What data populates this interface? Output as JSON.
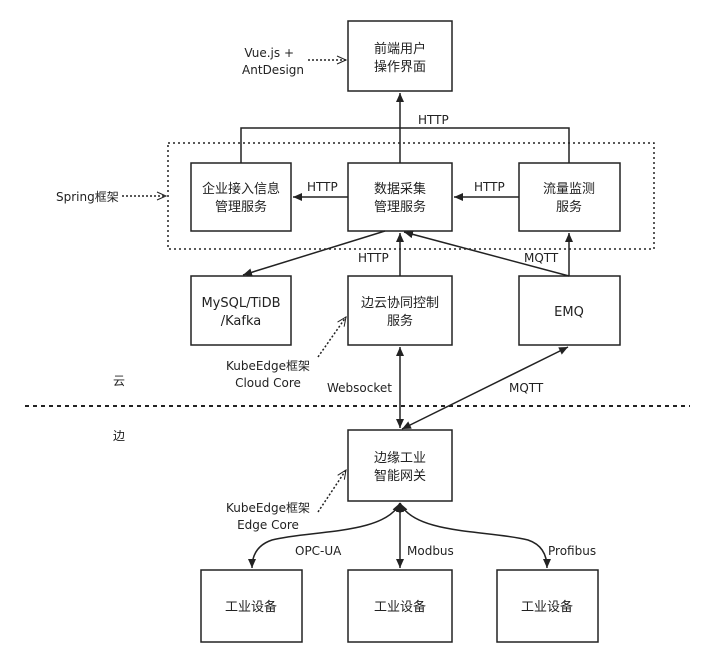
{
  "nodes": {
    "frontend": [
      "前端用户",
      "操作界面"
    ],
    "enterprise": [
      "企业接入信息",
      "管理服务"
    ],
    "collect": [
      "数据采集",
      "管理服务"
    ],
    "traffic": [
      "流量监测",
      "服务"
    ],
    "mysql": [
      "MySQL/TiDB",
      "/Kafka"
    ],
    "edgecloud": [
      "边云协同控制",
      "服务"
    ],
    "emq": [
      "EMQ"
    ],
    "gateway": [
      "边缘工业",
      "智能网关"
    ],
    "device1": [
      "工业设备"
    ],
    "device2": [
      "工业设备"
    ],
    "device3": [
      "工业设备"
    ]
  },
  "notes": {
    "vue": [
      "Vue.js +",
      "AntDesign"
    ],
    "spring": [
      "Spring框架"
    ],
    "kube_cloud": [
      "KubeEdge框架",
      "Cloud Core"
    ],
    "kube_edge": [
      "KubeEdge框架",
      "Edge Core"
    ]
  },
  "edge_labels": {
    "http_top": "HTTP",
    "http_left": "HTTP",
    "http_right": "HTTP",
    "http_mid": "HTTP",
    "mqtt_upper": "MQTT",
    "websocket": "Websocket",
    "mqtt_lower": "MQTT",
    "opcua": "OPC-UA",
    "modbus": "Modbus",
    "profibus": "Profibus"
  },
  "zones": {
    "cloud": "云",
    "edge": "边"
  }
}
